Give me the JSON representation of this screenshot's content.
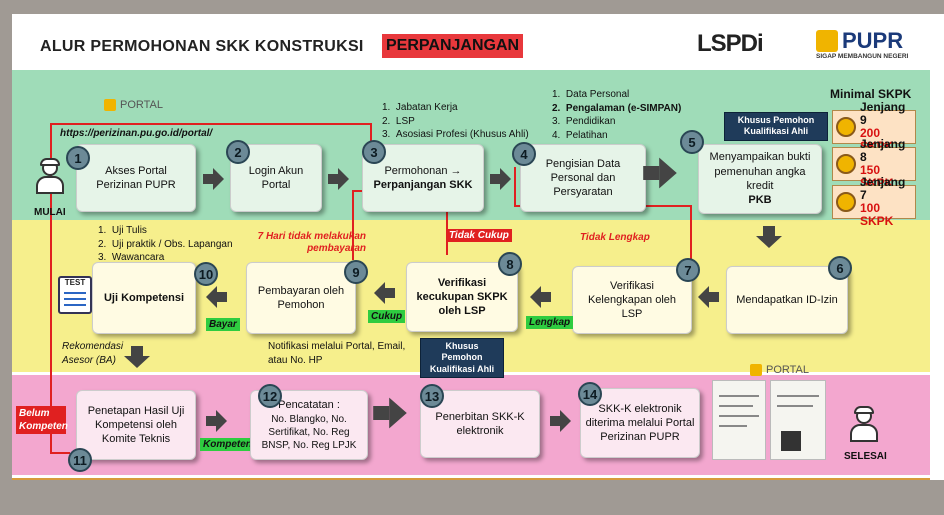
{
  "header": {
    "title": "ALUR PERMOHONAN SKK KONSTRUKSI",
    "title_highlight": "PERPANJANGAN",
    "logo_lsp": "LSPDi",
    "logo_pupr": "PUPR",
    "logo_pupr_tagline": "SIGAP MEMBANGUN NEGERI"
  },
  "portal": {
    "badge": "PORTAL",
    "url": "https://perizinan.pu.go.id/portal/",
    "badge2": "PORTAL"
  },
  "start_label": "MULAI",
  "end_label": "SELESAI",
  "steps": [
    {
      "num": "1",
      "label": "Akses Portal Perizinan PUPR"
    },
    {
      "num": "2",
      "label": "Login Akun Portal"
    },
    {
      "num": "3",
      "label": "Permohonan →",
      "label2": "Perpanjangan SKK"
    },
    {
      "num": "4",
      "label": "Pengisian Data Personal dan Persyaratan"
    },
    {
      "num": "5",
      "label": "Menyampaikan bukti pemenuhan angka kredit",
      "label2": "PKB"
    },
    {
      "num": "6",
      "label": "Mendapatkan ID-Izin"
    },
    {
      "num": "7",
      "label": "Verifikasi Kelengkapan oleh LSP"
    },
    {
      "num": "8",
      "label": "Verifikasi kecukupan SKPK oleh LSP"
    },
    {
      "num": "9",
      "label": "Pembayaran oleh Pemohon"
    },
    {
      "num": "10",
      "label": "Uji Kompetensi"
    },
    {
      "num": "11",
      "label": "Penetapan Hasil Uji Kompetensi oleh Komite Teknis"
    },
    {
      "num": "12",
      "label": "Pencatatan :",
      "items": [
        "No. Blangko, No. Sertifikat, No. Reg BNSP, No. Reg LPJK"
      ]
    },
    {
      "num": "13",
      "label": "Penerbitan SKK-K elektronik"
    },
    {
      "num": "14",
      "label": "SKK-K elektronik diterima melalui Portal Perizinan PUPR"
    }
  ],
  "list_step3": [
    "Jabatan Kerja",
    "LSP",
    "Asosiasi Profesi (Khusus Ahli)"
  ],
  "list_step4": [
    "Data Personal",
    "Pengalaman (e-SIMPAN)",
    "Pendidikan",
    "Pelatihan"
  ],
  "list_step10": [
    "Uji Tulis",
    "Uji praktik / Obs. Lapangan",
    "Wawancara"
  ],
  "notes": {
    "khusus_ahli_5": "Khusus Pemohon Kualifikasi Ahli",
    "khusus_ahli_8": "Khusus Pemohon Kualifikasi Ahli",
    "notif": "Notifikasi melalui Portal, Email, atau No. HP",
    "rekomendasi": "Rekomendasi Asesor (BA)",
    "test_label": "TEST"
  },
  "edge_labels": {
    "tidak_bayar": "7 Hari tidak melakukan pembayaran",
    "tidak_cukup": "Tidak Cukup",
    "tidak_lengkap": "Tidak Lengkap",
    "belum_kompeten": "Belum Kompeten",
    "bayar": "Bayar",
    "cukup": "Cukup",
    "lengkap": "Lengkap",
    "kompeten": "Kompeten"
  },
  "skpk": {
    "title": "Minimal SKPK",
    "levels": [
      {
        "jenjang": "Jenjang 9",
        "skpk": "200 SKPK"
      },
      {
        "jenjang": "Jenjang 8",
        "skpk": "150 SKPK"
      },
      {
        "jenjang": "Jenjang 7",
        "skpk": "100 SKPK"
      }
    ]
  },
  "colors": {
    "green_band": "#9fdcb8",
    "yellow_band": "#f6ef8c",
    "pink_band": "#f3a7cf",
    "accent_red": "#e02020",
    "node_circle": "#6c8a97"
  }
}
